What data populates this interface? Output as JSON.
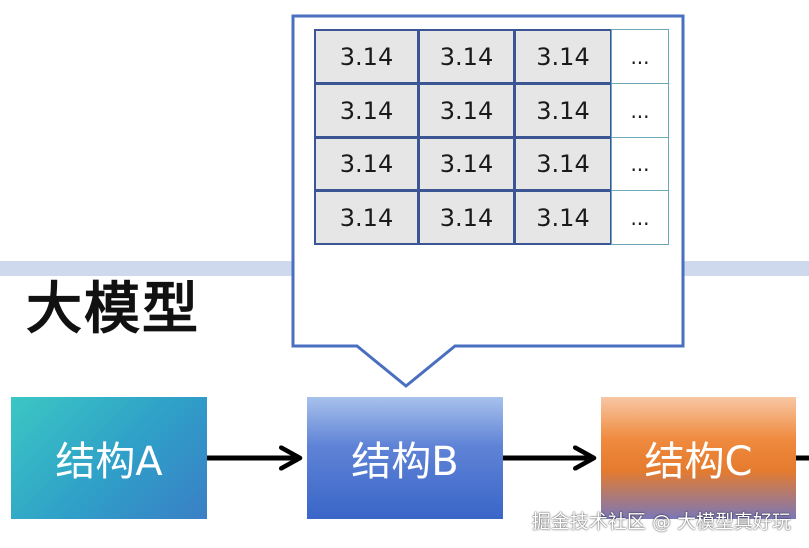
{
  "title": "大模型",
  "matrix": {
    "rows": [
      [
        "3.14",
        "3.14",
        "3.14",
        "..."
      ],
      [
        "3.14",
        "3.14",
        "3.14",
        "..."
      ],
      [
        "3.14",
        "3.14",
        "3.14",
        "..."
      ],
      [
        "3.14",
        "3.14",
        "3.14",
        "..."
      ]
    ]
  },
  "structures": {
    "a": {
      "label": "结构A",
      "color": "#2f9fc8"
    },
    "b": {
      "label": "结构B",
      "color": "#4a72cc"
    },
    "c": {
      "label": "结构C",
      "color": "#ef8a3e"
    }
  },
  "colors": {
    "callout_border": "#4a6fc0",
    "band": "#cfd9ee",
    "arrow": "#000000"
  },
  "watermark": "掘金技术社区 @ 大模型真好玩"
}
